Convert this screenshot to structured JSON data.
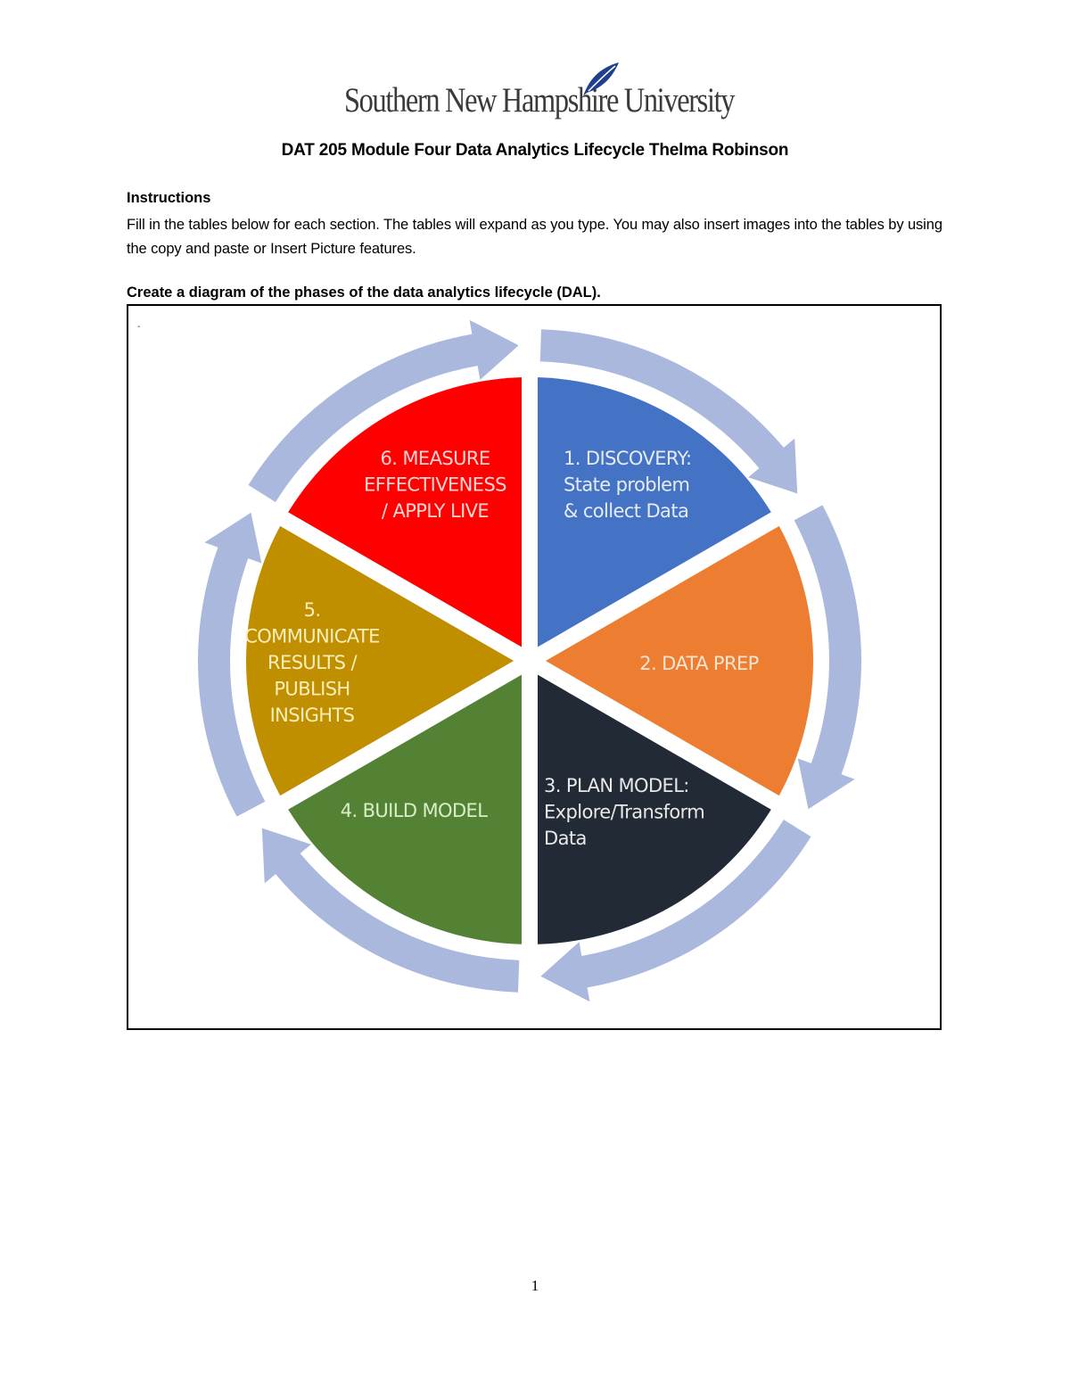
{
  "header": {
    "logo_text": "Southern New Hampshire University",
    "logo_icon": "leaf-icon",
    "logo_color": "#1f3f8f"
  },
  "document": {
    "title": "DAT 205 Module Four Data Analytics Lifecycle Thelma Robinson",
    "instructions_heading": "Instructions",
    "instructions_body": "Fill in the tables below for each section. The tables will expand as you type. You may also insert images into the tables by using the copy and paste or Insert Picture features.",
    "section_heading": "Create a diagram of the phases of the data analytics lifecycle (DAL).",
    "frame_mark": "-",
    "page_number": "1"
  },
  "diagram": {
    "type": "cycle",
    "arrow_color": "#a9b8dc",
    "segments": [
      {
        "step": 1,
        "lines": [
          "1. DISCOVERY:",
          "State problem",
          "& collect Data"
        ],
        "color": "#4472c4",
        "text_color": "#e6ecf8"
      },
      {
        "step": 2,
        "lines": [
          "2. DATA PREP"
        ],
        "color": "#ed7d31",
        "text_color": "#fbe4d0"
      },
      {
        "step": 3,
        "lines": [
          "3. PLAN MODEL:",
          "Explore/Transform",
          "Data"
        ],
        "color": "#222a35",
        "text_color": "#e8e8e8"
      },
      {
        "step": 4,
        "lines": [
          "4. BUILD MODEL"
        ],
        "color": "#548235",
        "text_color": "#d8efc8"
      },
      {
        "step": 5,
        "lines": [
          "5.",
          "COMMUNICATE",
          "RESULTS /",
          "PUBLISH",
          "INSIGHTS"
        ],
        "color": "#bf8f00",
        "text_color": "#fbeeb8"
      },
      {
        "step": 6,
        "lines": [
          "6. MEASURE",
          "EFFECTIVENESS",
          "/ APPLY LIVE"
        ],
        "color": "#ff0000",
        "text_color": "#ffd6d6"
      }
    ]
  }
}
